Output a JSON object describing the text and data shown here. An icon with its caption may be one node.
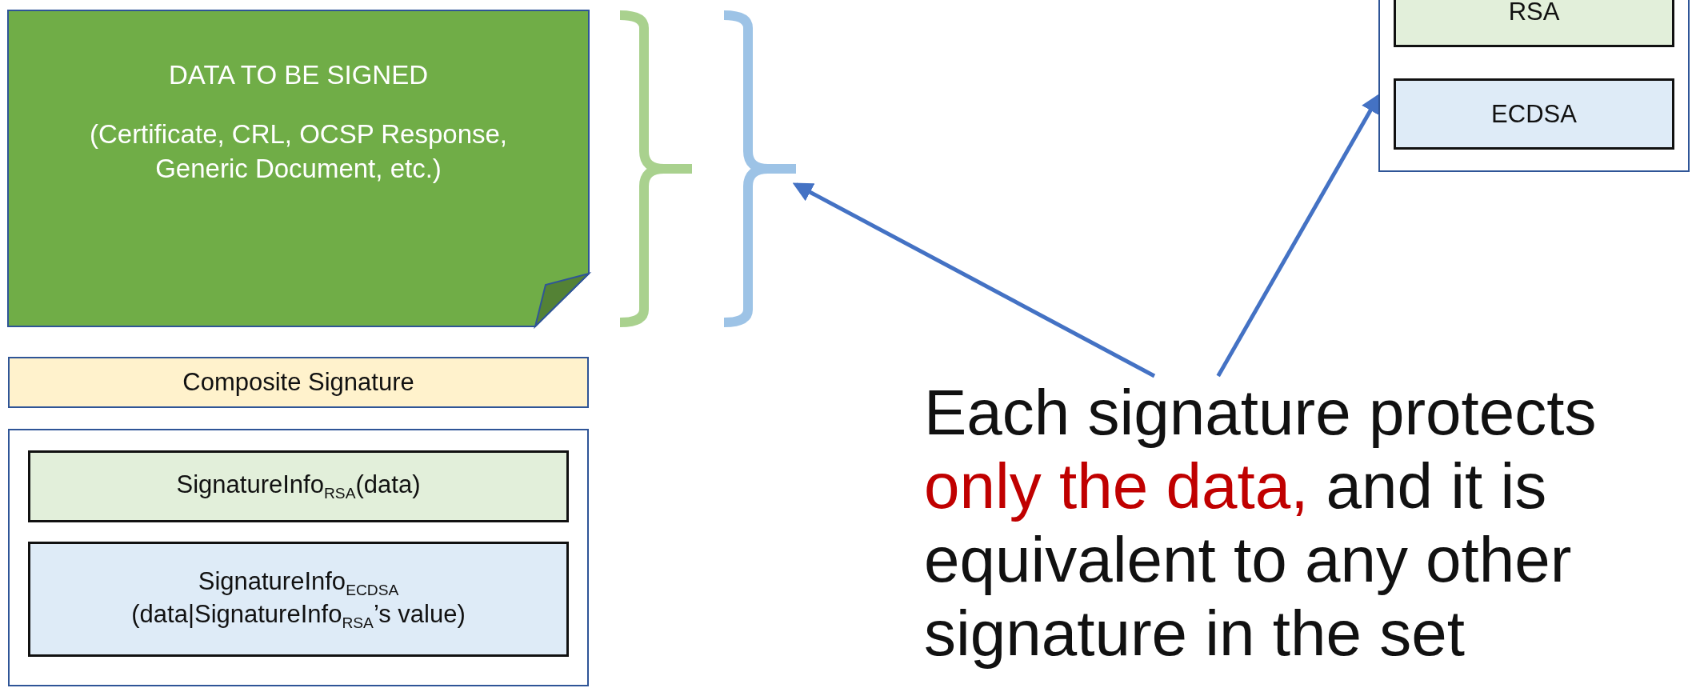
{
  "diagram": {
    "nodes": [
      {
        "text": [
          "DATA TO BE SIGNED",
          "(Certificate, CRL, OCSP Response, Generic Document, etc.)"
        ]
      },
      {
        "text": [],
        "shape": "bracket"
      },
      {
        "text": [],
        "shape": "bracket"
      },
      {
        "text": [
          "Composite Signature"
        ]
      },
      {
        "text": [],
        "shape": "box"
      },
      {
        "text": [
          "SignatureInfo$_{RSA}$(data)"
        ],
        "in": 4
      },
      {
        "text": [
          "SignatureInfo$_{ECDSA}$ (data|SignatureInfo$_{RSA}$’s value)"
        ],
        "in": 4
      },
      {
        "text": [],
        "shape": "box"
      },
      {
        "text": [
          "RSA"
        ],
        "in": 7
      },
      {
        "text": [
          "ECDSA"
        ],
        "in": 7
      },
      {
        "text": [
          "Each signature protects",
          "only the data,",
          "and it is equivalent to any other signature in the set"
        ]
      }
    ],
    "edges": [
      {
        "from": 10,
        "to": 2,
        "arrow": "to"
      },
      {
        "from": 10,
        "to": 7,
        "arrow": "to"
      }
    ]
  }
}
